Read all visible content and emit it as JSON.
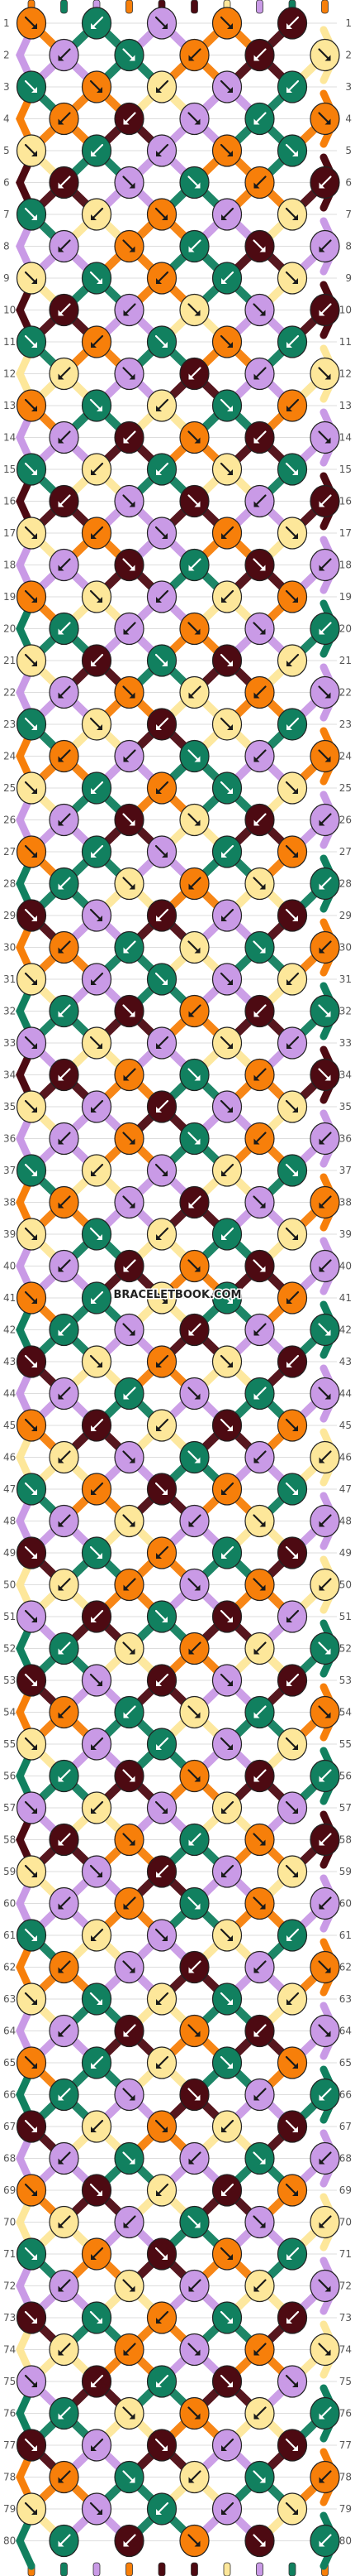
{
  "watermark": "BRACELETBOOK.COM",
  "row_labels": [
    "1",
    "2",
    "3",
    "4",
    "5",
    "6",
    "7",
    "8",
    "9",
    "10",
    "11",
    "12",
    "13",
    "14",
    "15",
    "16",
    "17",
    "18",
    "19",
    "20",
    "21",
    "22",
    "23",
    "24",
    "25",
    "26",
    "27",
    "28",
    "29",
    "30",
    "31",
    "32",
    "33",
    "34",
    "35",
    "36",
    "37",
    "38",
    "39",
    "40",
    "41",
    "42",
    "43",
    "44",
    "45",
    "46",
    "47",
    "48",
    "49",
    "50",
    "51",
    "52",
    "53",
    "54",
    "55",
    "56",
    "57",
    "58",
    "59",
    "60",
    "61",
    "62",
    "63",
    "64",
    "65",
    "66",
    "67",
    "68",
    "69",
    "70",
    "71",
    "72",
    "73",
    "74",
    "75",
    "76",
    "77",
    "78",
    "79",
    "80"
  ],
  "colors": {
    "orange": "#f77f0a",
    "green": "#11805f",
    "purple": "#c99ae6",
    "cream": "#fde79a",
    "maroon": "#4d0a12",
    "arrow": "#1a1a1a",
    "arrow_light": "#ffffff",
    "guide": "#dddddd"
  },
  "strings": {
    "top_colors": [
      "orange",
      "green",
      "purple",
      "orange",
      "maroon",
      "maroon",
      "cream",
      "purple",
      "green",
      "orange"
    ]
  },
  "pattern": {
    "rows_text": [
      "OGPOM",
      "PGOMC",
      "GOCPG",
      "OMPGO",
      "CGPOG",
      "MPGOM",
      "GCOPC",
      "POGMP",
      "CGOGC",
      "MPCPM",
      "GOGOG",
      "CPMPC",
      "OGCGO",
      "PMOMP",
      "GCGCG",
      "MPMPM",
      "COPOC",
      "PMGMP",
      "OCPCO",
      "GPOPG",
      "CMGMC",
      "POCOP",
      "GCMCG",
      "OPGPO",
      "CGOGC",
      "PMCMP",
      "OGPGO",
      "GCOCG",
      "MPMPM",
      "OGCGO",
      "CPGPC",
      "GMOMG",
      "PCPCP",
      "MOGOM",
      "CPMPC",
      "POGOP",
      "GCPCG",
      "OPMPO",
      "CGCGC",
      "PMOMP",
      "OGCGO",
      "GPMPG",
      "MCOCM",
      "PGPGP",
      "OMCMO",
      "CPGPC",
      "GOMOG",
      "PCPCP",
      "MGOGM",
      "COPOC",
      "PMGMP",
      "GCOCG",
      "MPMPM",
      "OGCGO",
      "CPGPC",
      "GMOMG",
      "PCPCP",
      "MOGOM",
      "CPMPC",
      "POGOP",
      "GCPCG",
      "OPMPO",
      "CGCGC",
      "PMOMP",
      "OGCGO",
      "GPMPG",
      "MCOCM",
      "PGPGP",
      "OMCMO",
      "CPGPC",
      "GOMOG",
      "PCPCP",
      "MGOGM",
      "COPOC",
      "PMGMP",
      "GCOCG",
      "MPMPM",
      "OGCGO",
      "CPGPC",
      "GMOMG"
    ],
    "dirs_text": [
      "RLRRL",
      "LRLLR",
      "RRLRL",
      "LLRLR",
      "RLLRR",
      "LRRLL",
      "RLRLR",
      "LRLRL",
      "RRLLR",
      "LLRRL"
    ]
  }
}
